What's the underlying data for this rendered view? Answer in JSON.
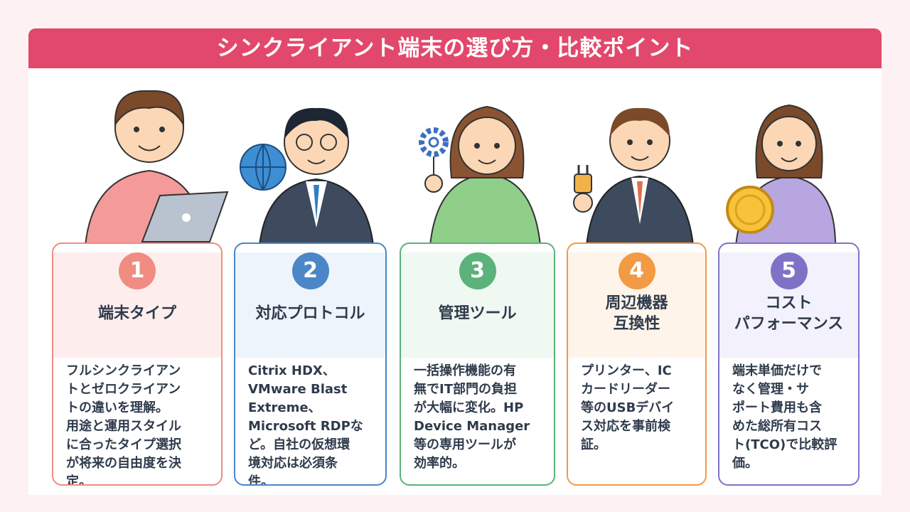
{
  "title": "シンクライアント端末の選び方・比較ポイント",
  "colors": {
    "title_bar": "#e2486c",
    "card1": "#f08c82",
    "card2": "#4a86c8",
    "card3": "#5bb27a",
    "card4": "#f39a45",
    "card5": "#7f72c6"
  },
  "cards": [
    {
      "number": "1",
      "title": "端末タイプ",
      "body": "フルシンクライアン\nトとゼロクライアン\nトの違いを理解。\n用途と運用スタイル\nに合ったタイプ選択\nが将来の自由度を決\n定。"
    },
    {
      "number": "2",
      "title": "対応プロトコル",
      "body": "Citrix HDX、\nVMware Blast\nExtreme、\nMicrosoft RDPな\nど。自社の仮想環\n境対応は必須条\n件。"
    },
    {
      "number": "3",
      "title": "管理ツール",
      "body": "一括操作機能の有\n無でIT部門の負担\nが大幅に変化。HP\nDevice Manager\n等の専用ツールが\n効率的。"
    },
    {
      "number": "4",
      "title": "周辺機器\n互換性",
      "body": "プリンター、IC\nカードリーダー\n等のUSBデバイ\nス対応を事前検\n証。"
    },
    {
      "number": "5",
      "title": "コスト\nパフォーマンス",
      "body": " 端末単価だけで\nなく管理・サ\nポート費用も含\nめた総所有コス\nト(TCO)で比較評\n価。"
    }
  ]
}
